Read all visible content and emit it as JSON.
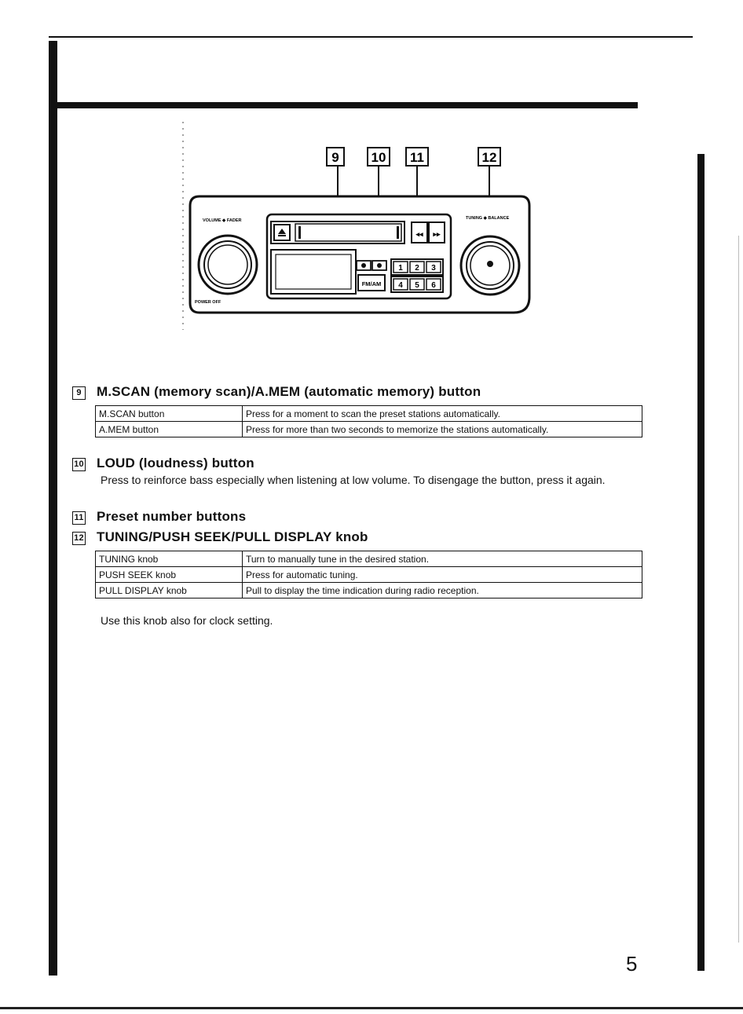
{
  "figure": {
    "callouts": [
      "9",
      "10",
      "11",
      "12"
    ],
    "labels": {
      "volume_fader": "VOLUME ◆ FADER",
      "tuning_balance": "TUNING ◆ BALANCE",
      "power_off": "POWER OFF",
      "fm_am": "FM/AM",
      "presets": [
        "1",
        "2",
        "3",
        "4",
        "5",
        "6"
      ]
    }
  },
  "sections": [
    {
      "number": "9",
      "title": "M.SCAN (memory scan)/A.MEM (automatic memory) button",
      "rows": [
        {
          "name": "M.SCAN button",
          "desc": "Press for a moment to scan the preset stations automatically."
        },
        {
          "name": "A.MEM button",
          "desc": "Press for more than two seconds to memorize the stations automatically."
        }
      ]
    },
    {
      "number": "10",
      "title": "LOUD (loudness) button",
      "text": "Press to reinforce bass especially when listening at low volume. To disengage the button, press it again."
    },
    {
      "number": "11",
      "title": "Preset number buttons"
    },
    {
      "number": "12",
      "title": "TUNING/PUSH SEEK/PULL DISPLAY knob",
      "rows": [
        {
          "name": "TUNING knob",
          "desc": "Turn to manually tune in the desired station."
        },
        {
          "name": "PUSH SEEK knob",
          "desc": "Press for automatic tuning."
        },
        {
          "name": "PULL DISPLAY knob",
          "desc": "Pull to display the time indication during radio reception."
        }
      ],
      "note": "Use this knob also for clock setting."
    }
  ],
  "page_number": "5"
}
